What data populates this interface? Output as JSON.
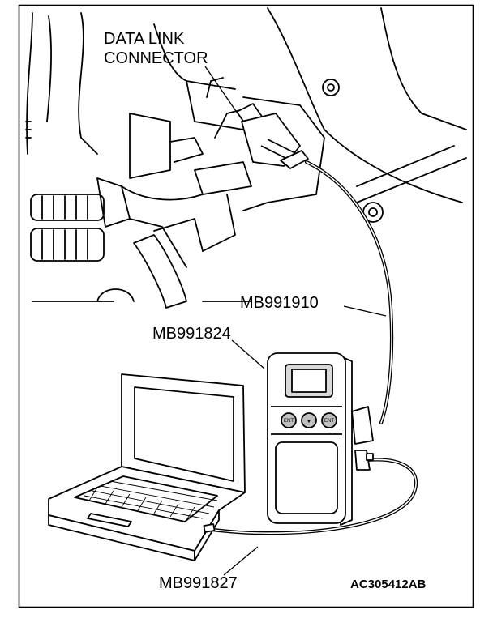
{
  "labels": {
    "connector_line1": "DATA LINK",
    "connector_line2": "CONNECTOR",
    "cable_adapter": "MB991910",
    "interface_unit": "MB991824",
    "usb_cable": "MB991827",
    "figure_code": "AC305412AB"
  },
  "device_buttons": [
    "ENT",
    "▼",
    "ENT"
  ],
  "colors": {
    "ink": "#000000",
    "paper": "#ffffff",
    "screen": "#d9d9d9"
  }
}
